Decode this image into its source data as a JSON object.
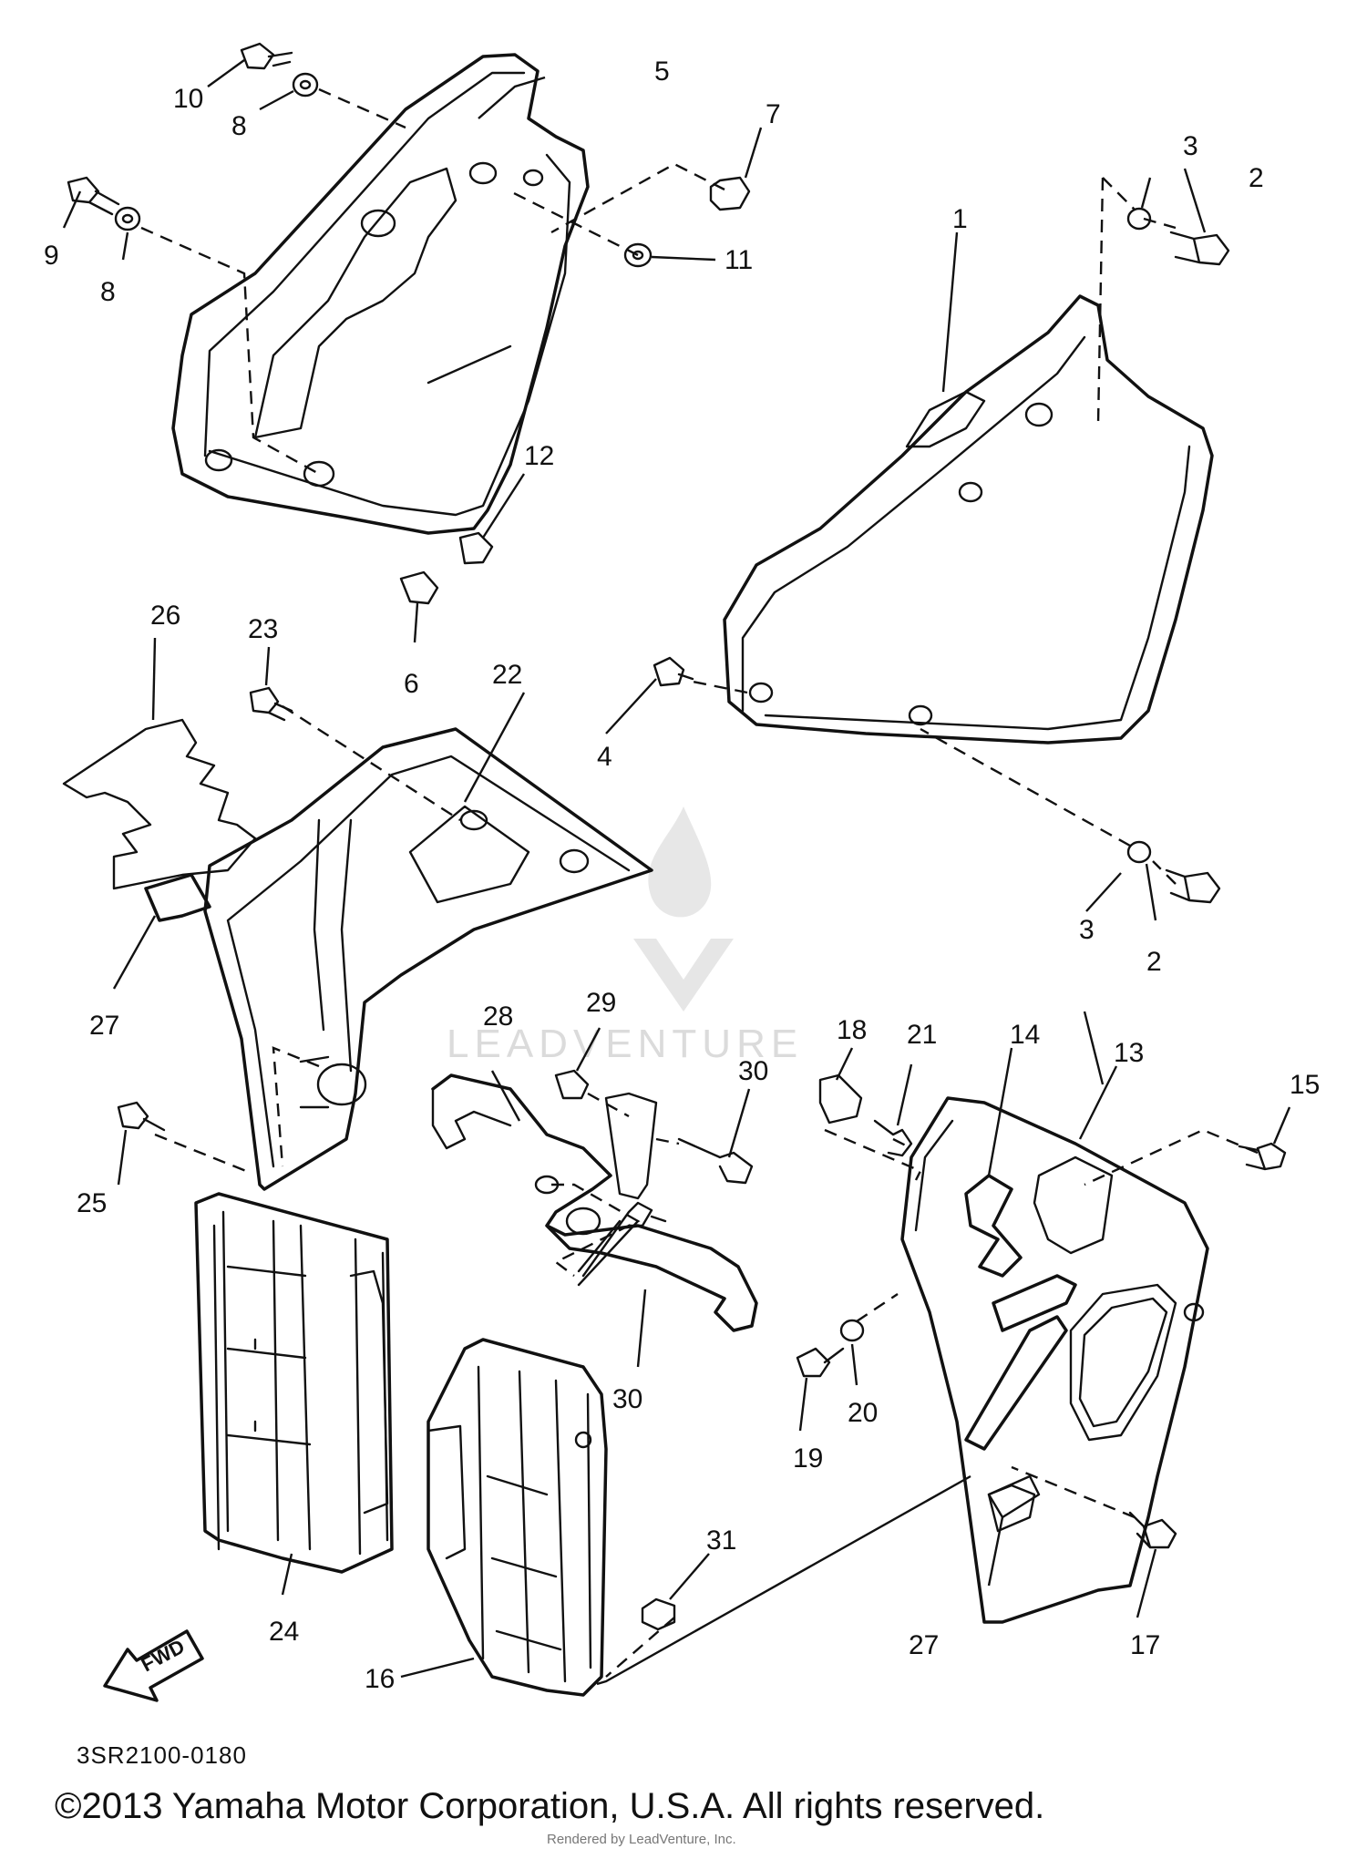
{
  "diagram_code": "3SR2100-0180",
  "copyright": "©2013 Yamaha Motor Corporation, U.S.A. All rights reserved.",
  "rendered_by": "Rendered by LeadVenture, Inc.",
  "watermark": "LEADVENTURE",
  "fwd_label": "FWD",
  "callouts": [
    "1",
    "2",
    "2",
    "3",
    "3",
    "4",
    "5",
    "6",
    "7",
    "8",
    "8",
    "9",
    "10",
    "11",
    "12",
    "13",
    "14",
    "15",
    "16",
    "17",
    "18",
    "19",
    "20",
    "21",
    "22",
    "23",
    "24",
    "25",
    "26",
    "27",
    "27",
    "28",
    "29",
    "30",
    "30",
    "31"
  ]
}
